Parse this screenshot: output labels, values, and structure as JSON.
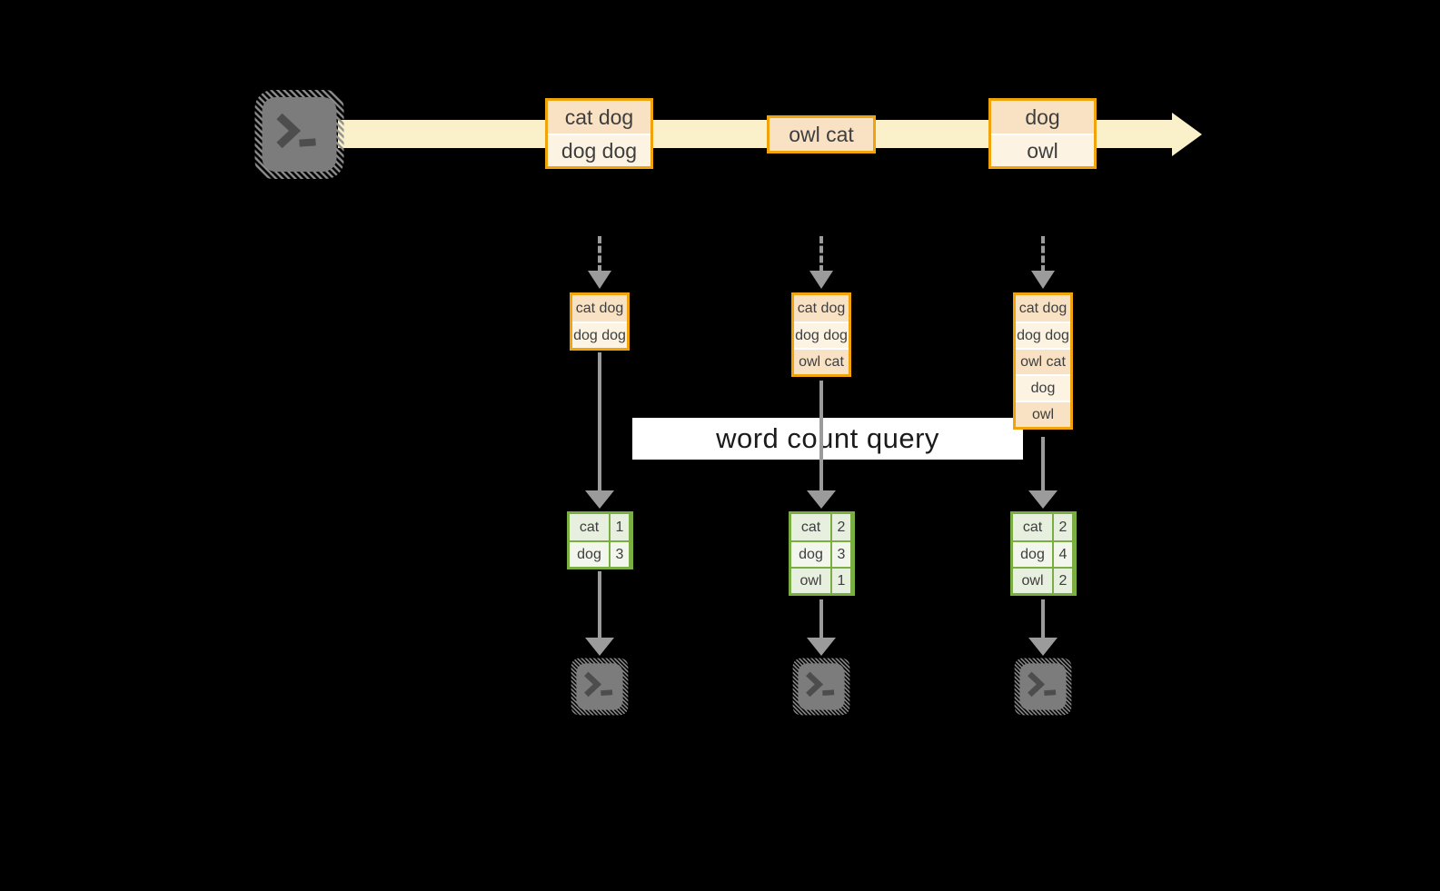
{
  "diagram": {
    "banner": "word count query",
    "stream_events": [
      {
        "rows": [
          "cat dog",
          "dog dog"
        ]
      },
      {
        "rows": [
          "owl cat"
        ]
      },
      {
        "rows": [
          "dog",
          "owl"
        ]
      }
    ],
    "columns": [
      {
        "state_rows": [
          "cat dog",
          "dog dog"
        ],
        "counts": [
          {
            "word": "cat",
            "value": "1"
          },
          {
            "word": "dog",
            "value": "3"
          }
        ]
      },
      {
        "state_rows": [
          "cat dog",
          "dog dog",
          "owl cat"
        ],
        "counts": [
          {
            "word": "cat",
            "value": "2"
          },
          {
            "word": "dog",
            "value": "3"
          },
          {
            "word": "owl",
            "value": "1"
          }
        ]
      },
      {
        "state_rows": [
          "cat dog",
          "dog dog",
          "owl cat",
          "dog",
          "owl"
        ],
        "counts": [
          {
            "word": "cat",
            "value": "2"
          },
          {
            "word": "dog",
            "value": "4"
          },
          {
            "word": "owl",
            "value": "2"
          }
        ]
      }
    ],
    "colors": {
      "background": "#000000",
      "stream_band": "#FAF0CA",
      "event_border": "#F0A30A",
      "event_fill_dark": "#F9E2C4",
      "event_fill_light": "#FCF3E3",
      "table_border": "#7BAE42",
      "table_fill_dark": "#E7EFDE",
      "table_fill_light": "#F2F6EC",
      "arrow_gray": "#9B9B9B",
      "banner_bg": "#FFFFFF",
      "text": "#3E3E3E"
    }
  }
}
